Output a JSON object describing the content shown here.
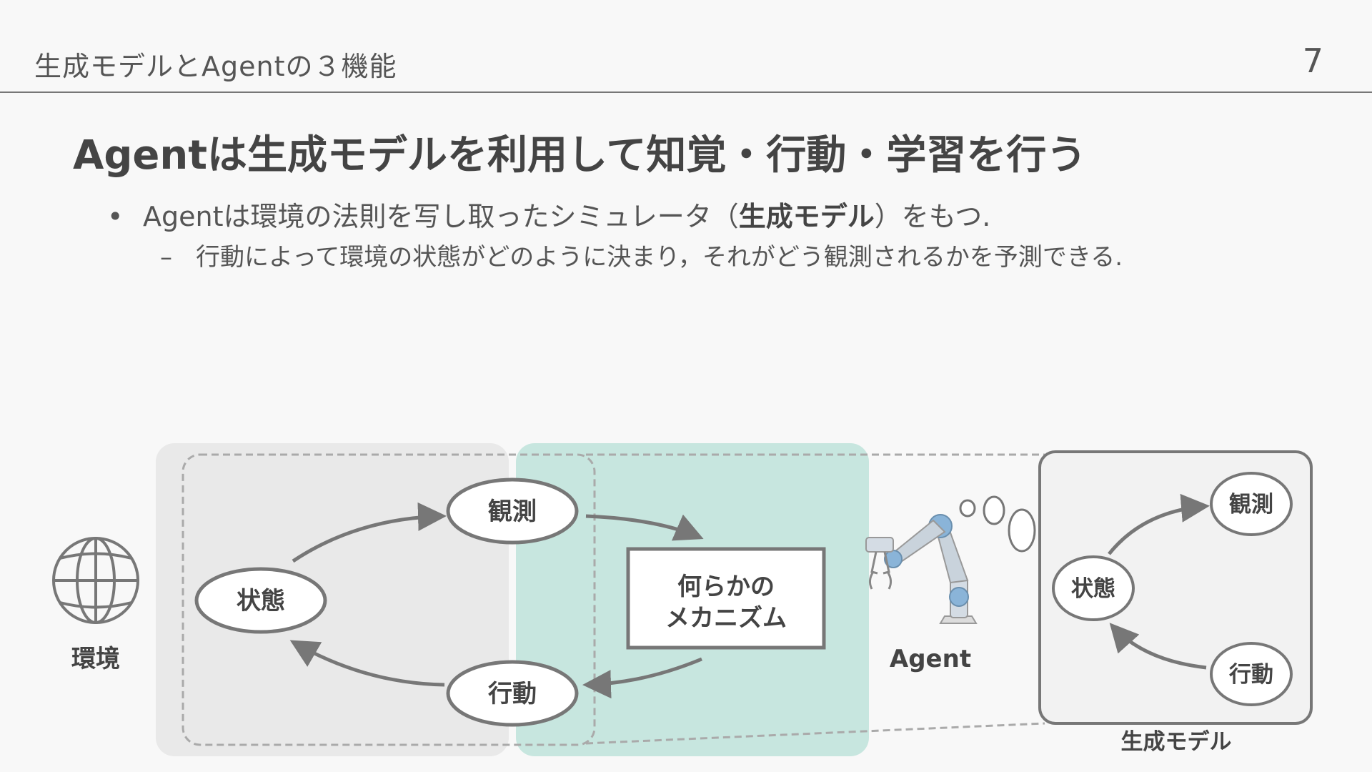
{
  "slide": {
    "header_title": "生成モデルとAgentの３機能",
    "page_number": "7",
    "headline": "Agentは生成モデルを利用して知覚・行動・学習を行う",
    "bullet_1": {
      "marker": "•",
      "text_before": "Agentは環境の法則を写し取ったシミュレータ（",
      "text_bold": "生成モデル",
      "text_after": "）をもつ."
    },
    "bullet_2": {
      "marker": "–",
      "text": "行動によって環境の状態がどのように決まり，それがどう観測されるかを予測できる."
    }
  },
  "diagram": {
    "environment_label": "環境",
    "env_state": "状態",
    "env_observation": "観測",
    "env_action": "行動",
    "mechanism_line1": "何らかの",
    "mechanism_line2": "メカニズム",
    "agent_label": "Agent",
    "model_state": "状態",
    "model_observation": "観測",
    "model_action": "行動",
    "model_label": "生成モデル",
    "colors": {
      "environment_panel": "#e9e9e9",
      "agent_panel": "#c7e6df",
      "line": "#777777",
      "robot_blue": "#8ab4d8"
    },
    "icons": [
      "globe-icon",
      "robot-arm-icon",
      "thought-bubble-icon"
    ]
  }
}
